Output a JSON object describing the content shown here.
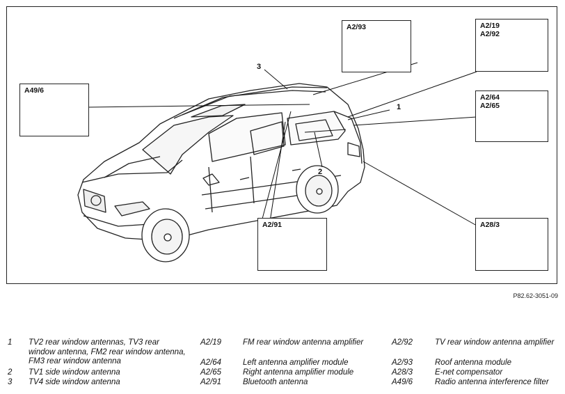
{
  "figure_id": "P82.62-3051-09",
  "callouts": {
    "a2_93": "A2/93",
    "a2_19": "A2/19",
    "a2_92": "A2/92",
    "a2_64": "A2/64",
    "a2_65": "A2/65",
    "a49_6": "A49/6",
    "a2_91": "A2/91",
    "a28_3": "A28/3"
  },
  "numbers": {
    "n1": "1",
    "n2": "2",
    "n3": "3"
  },
  "legend": [
    {
      "code": "1",
      "text": "TV2 rear window antennas, TV3 rear window antenna, FM2 rear window antenna, FM3 rear window antenna"
    },
    {
      "code": "2",
      "text": "TV1 side window antenna"
    },
    {
      "code": "3",
      "text": "TV4 side window antenna"
    },
    {
      "code": "A2/19",
      "text": "FM rear window antenna amplifier"
    },
    {
      "code": "A2/64",
      "text": "Left antenna amplifier module"
    },
    {
      "code": "A2/65",
      "text": "Right antenna amplifier module"
    },
    {
      "code": "A2/91",
      "text": "Bluetooth antenna"
    },
    {
      "code": "A2/92",
      "text": "TV rear window antenna amplifier"
    },
    {
      "code": "A2/93",
      "text": "Roof antenna module"
    },
    {
      "code": "A28/3",
      "text": "E-net compensator"
    },
    {
      "code": "A49/6",
      "text": "Radio antenna interference filter"
    }
  ]
}
